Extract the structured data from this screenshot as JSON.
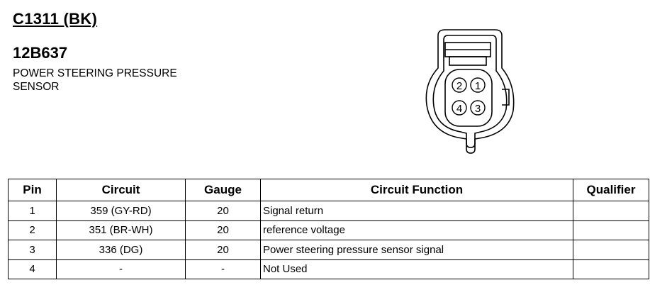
{
  "connector": {
    "id": "C1311 (BK)",
    "part_number": "12B637",
    "description_line1": "POWER STEERING PRESSURE",
    "description_line2": "SENSOR"
  },
  "diagram": {
    "pins": [
      "1",
      "2",
      "3",
      "4"
    ]
  },
  "table": {
    "headers": [
      "Pin",
      "Circuit",
      "Gauge",
      "Circuit Function",
      "Qualifier"
    ],
    "rows": [
      {
        "pin": "1",
        "circuit": "359 (GY-RD)",
        "gauge": "20",
        "function": "Signal return",
        "qualifier": ""
      },
      {
        "pin": "2",
        "circuit": "351 (BR-WH)",
        "gauge": "20",
        "function": "reference voltage",
        "qualifier": ""
      },
      {
        "pin": "3",
        "circuit": "336 (DG)",
        "gauge": "20",
        "function": "Power steering pressure sensor signal",
        "qualifier": ""
      },
      {
        "pin": "4",
        "circuit": "-",
        "gauge": "-",
        "function": "Not Used",
        "qualifier": ""
      }
    ]
  }
}
